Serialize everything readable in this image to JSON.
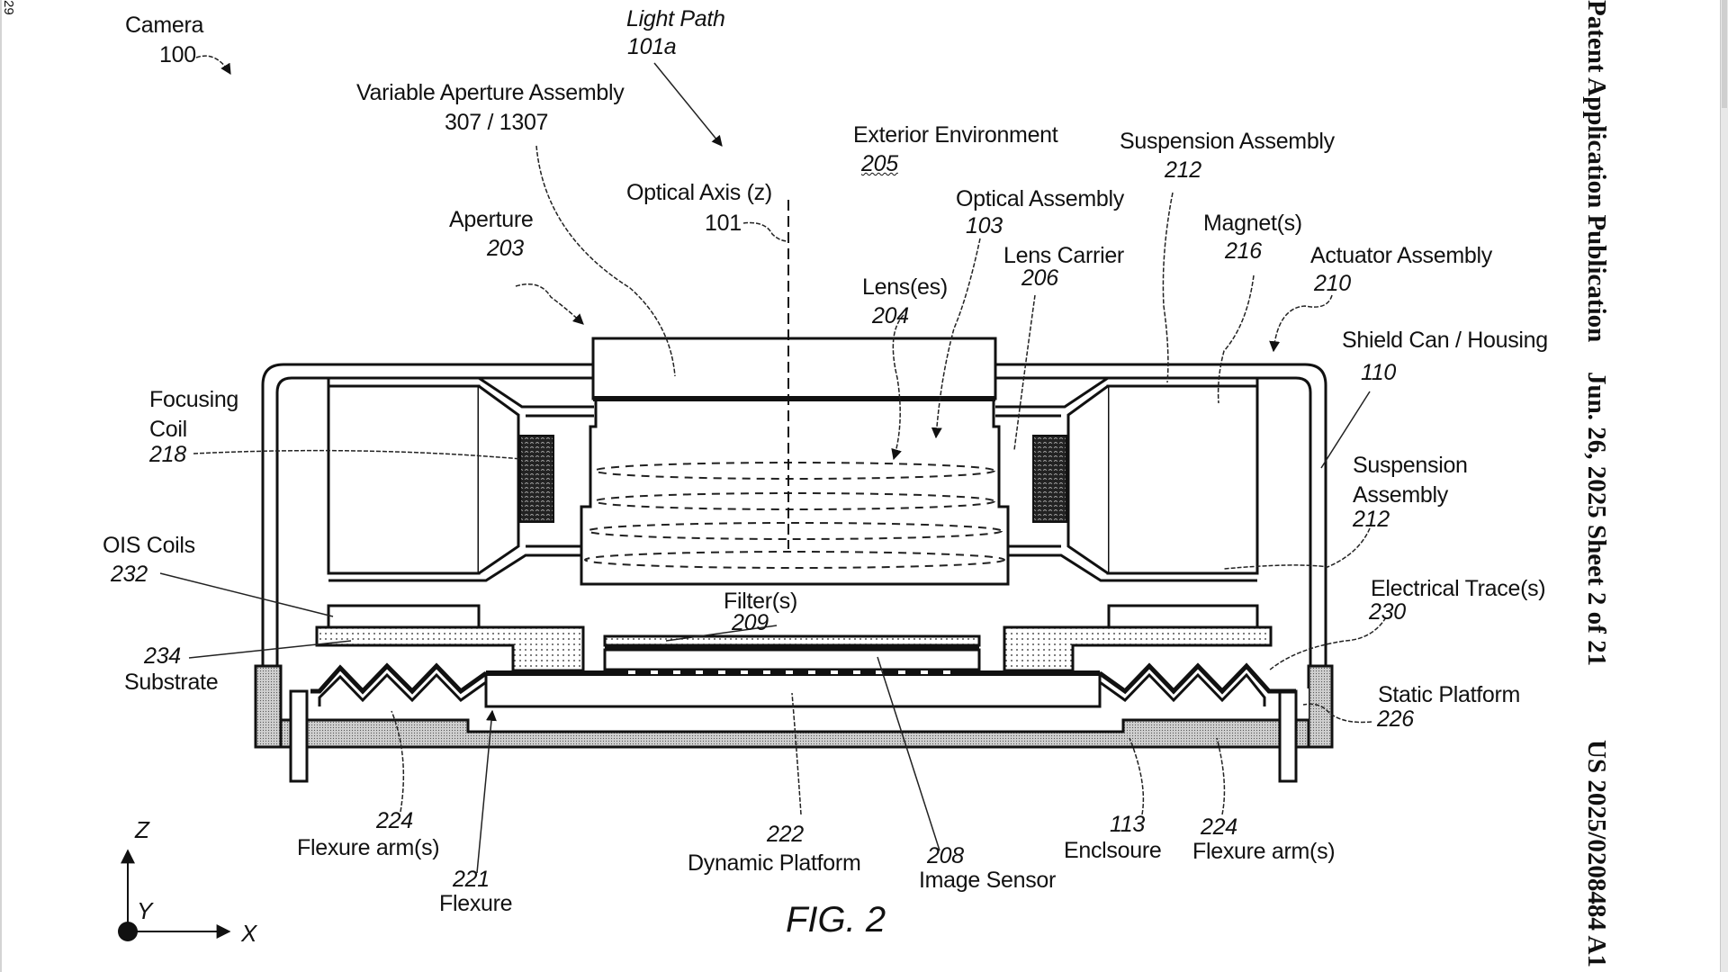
{
  "page": {
    "page_number": "29",
    "header_vertical": {
      "publication": "Patent Application Publication",
      "date_sheet": "Jun. 26, 2025  Sheet 2 of 21",
      "doc_number": "US 2025/0208484 A1"
    },
    "figure_label": "FIG. 2"
  },
  "labels": {
    "camera": {
      "name": "Camera",
      "ref": "100"
    },
    "light_path": {
      "name": "Light Path",
      "ref": "101a"
    },
    "variable_aperture": {
      "name": "Variable Aperture Assembly",
      "ref": "307 / 1307"
    },
    "exterior_environment": {
      "name": "Exterior Environment",
      "ref": "205"
    },
    "suspension_top": {
      "name": "Suspension Assembly",
      "ref": "212"
    },
    "optical_axis": {
      "name": "Optical Axis (z)",
      "ref": "101"
    },
    "aperture": {
      "name": "Aperture",
      "ref": "203"
    },
    "optical_assembly": {
      "name": "Optical Assembly",
      "ref": "103"
    },
    "magnets": {
      "name": "Magnet(s)",
      "ref": "216"
    },
    "lens_carrier": {
      "name": "Lens Carrier",
      "ref": "206"
    },
    "actuator_assembly": {
      "name": "Actuator Assembly",
      "ref": "210"
    },
    "lenses": {
      "name": "Lens(es)",
      "ref": "204"
    },
    "shield_can": {
      "name": "Shield Can / Housing",
      "ref": "110"
    },
    "focusing_coil": {
      "name_line1": "Focusing",
      "name_line2": "Coil",
      "ref": "218"
    },
    "suspension_right": {
      "name_line1": "Suspension",
      "name_line2": "Assembly",
      "ref": "212"
    },
    "ois_coils": {
      "name": "OIS Coils",
      "ref": "232"
    },
    "electrical_traces": {
      "name": "Electrical Trace(s)",
      "ref": "230"
    },
    "filters": {
      "name": "Filter(s)",
      "ref": "209"
    },
    "substrate": {
      "name": "Substrate",
      "ref": "234"
    },
    "static_platform": {
      "name": "Static Platform",
      "ref": "226"
    },
    "flexure_arms_left": {
      "name": "Flexure arm(s)",
      "ref": "224"
    },
    "flexure": {
      "name": "Flexure",
      "ref": "221"
    },
    "dynamic_platform": {
      "name": "Dynamic Platform",
      "ref": "222"
    },
    "image_sensor": {
      "name": "Image Sensor",
      "ref": "208"
    },
    "enclosure": {
      "name": "Enclsoure",
      "ref": "113"
    },
    "flexure_arms_right": {
      "name": "Flexure arm(s)",
      "ref": "224"
    }
  },
  "axes": {
    "z": "Z",
    "y": "Y",
    "x": "X"
  }
}
